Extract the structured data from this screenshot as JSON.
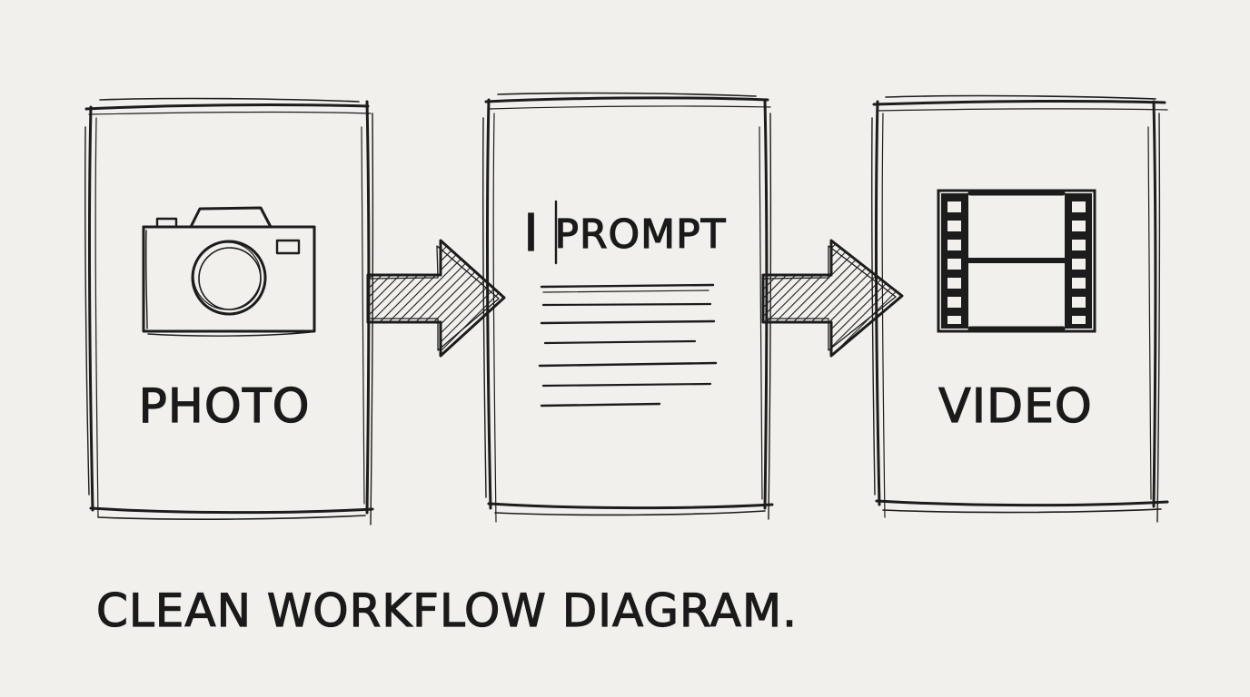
{
  "diagram": {
    "ink_color": "#1c1c1c",
    "paper_color": "#f1f0ec",
    "nodes": [
      {
        "id": "photo",
        "label": "PHOTO",
        "icon": "camera-icon"
      },
      {
        "id": "prompt",
        "label": "PROMPT",
        "cursor_glyph": "I",
        "icon": "text-lines-icon"
      },
      {
        "id": "video",
        "label": "VIDEO",
        "icon": "film-strip-icon"
      }
    ],
    "edges": [
      {
        "from": "photo",
        "to": "prompt",
        "style": "hatched-arrow"
      },
      {
        "from": "prompt",
        "to": "video",
        "style": "hatched-arrow"
      }
    ],
    "caption": "CLEAN WORKFLOW DIAGRAM."
  }
}
